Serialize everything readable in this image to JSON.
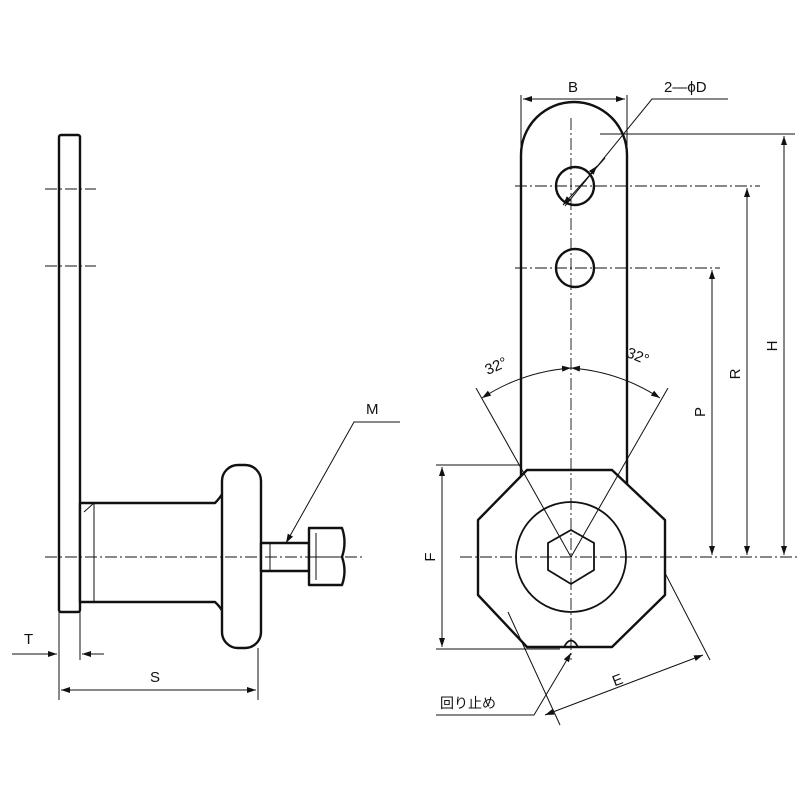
{
  "labels": {
    "B": "B",
    "D": "2—ϕD",
    "H": "H",
    "R": "R",
    "P": "P",
    "F": "F",
    "E": "E",
    "T": "T",
    "S": "S",
    "M": "M",
    "angle_left": "32°",
    "angle_right": "32°",
    "stop": "回り止め"
  }
}
